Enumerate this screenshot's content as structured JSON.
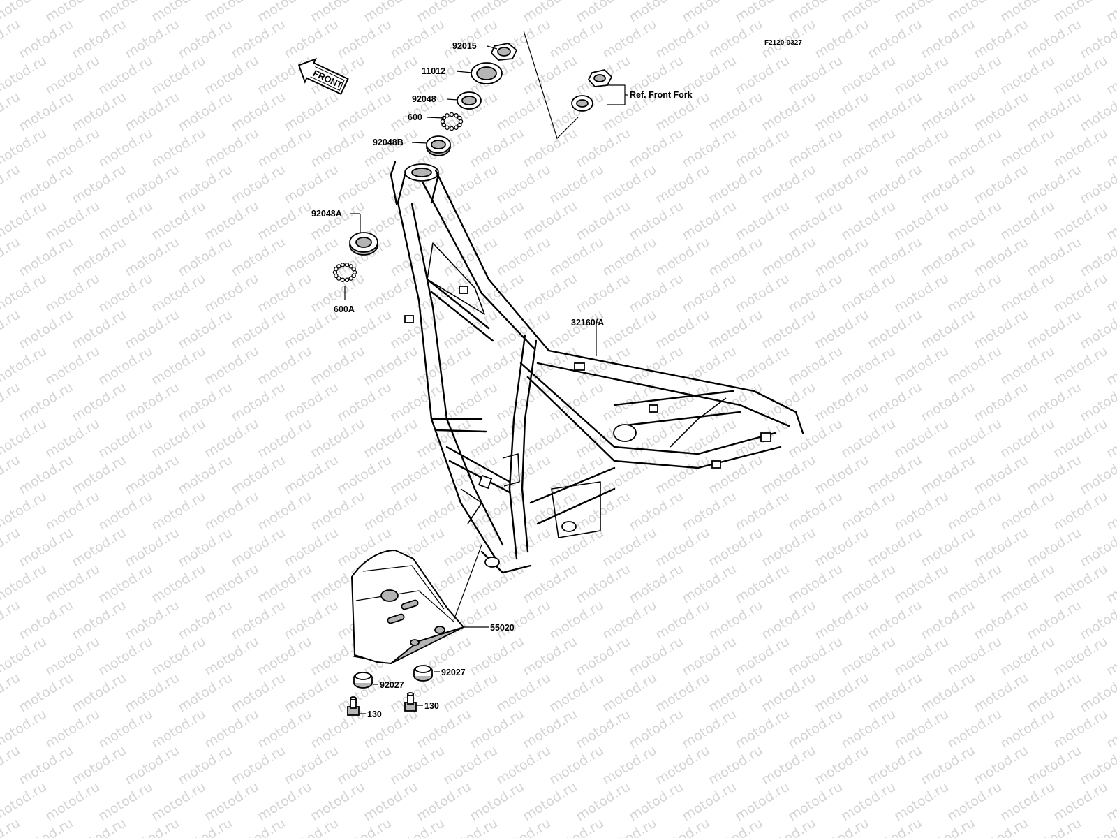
{
  "diagram_code": "F2120-0327",
  "watermark_text": "motod.ru",
  "front_arrow_label": "FRONT",
  "ref_note": "Ref. Front Fork",
  "parts": {
    "p92015": "92015",
    "p11012": "11012",
    "p92048": "92048",
    "p600": "600",
    "p92048B": "92048B",
    "p92048A": "92048A",
    "p600A": "600A",
    "p32160": "32160/A",
    "p55020": "55020",
    "p92027_left": "92027",
    "p92027_right": "92027",
    "p130_left": "130",
    "p130_right": "130"
  }
}
